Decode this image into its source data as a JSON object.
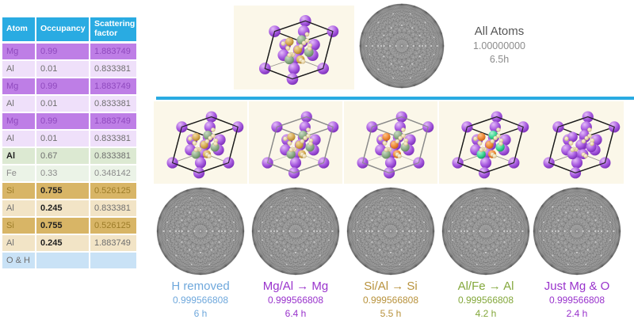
{
  "colors": {
    "header_bg": "#29ABE2",
    "divider": "#29ABE2"
  },
  "table": {
    "headers": [
      "Atom",
      "Occupancy",
      "Scattering factor"
    ],
    "rows": [
      {
        "atom": "Mg",
        "occupancy": "0.99",
        "factor": "1.883749",
        "bg": "#BE7EE6",
        "fg": "#8F49BE"
      },
      {
        "atom": "Al",
        "occupancy": "0.01",
        "factor": "0.833381",
        "bg": "#EFE0FA",
        "fg": "#6e6e6e"
      },
      {
        "atom": "Mg",
        "occupancy": "0.99",
        "factor": "1.883749",
        "bg": "#BE7EE6",
        "fg": "#8F49BE"
      },
      {
        "atom": "Al",
        "occupancy": "0.01",
        "factor": "0.833381",
        "bg": "#EFE0FA",
        "fg": "#6e6e6e"
      },
      {
        "atom": "Mg",
        "occupancy": "0.99",
        "factor": "1.883749",
        "bg": "#BE7EE6",
        "fg": "#8F49BE"
      },
      {
        "atom": "Al",
        "occupancy": "0.01",
        "factor": "0.833381",
        "bg": "#EFE0FA",
        "fg": "#6e6e6e"
      },
      {
        "atom": "Al",
        "occupancy": "0.67",
        "factor": "0.833381",
        "bg": "#DCE9D2",
        "fg": "#6e6e6e",
        "bold": [
          "atom"
        ]
      },
      {
        "atom": "Fe",
        "occupancy": "0.33",
        "factor": "0.348142",
        "bg": "#EBF3E7",
        "fg": "#8a8a8a"
      },
      {
        "atom": "Si",
        "occupancy": "0.755",
        "factor": "0.526125",
        "bg": "#D8B566",
        "fg": "#9C7C28",
        "bold": [
          "occupancy"
        ]
      },
      {
        "atom": "Al",
        "occupancy": "0.245",
        "factor": "0.833381",
        "bg": "#F2E4C6",
        "fg": "#6e6e6e",
        "bold": [
          "occupancy"
        ]
      },
      {
        "atom": "Si",
        "occupancy": "0.755",
        "factor": "0.526125",
        "bg": "#D8B566",
        "fg": "#9C7C28",
        "bold": [
          "occupancy"
        ]
      },
      {
        "atom": "Al",
        "occupancy": "0.245",
        "factor": "1.883749",
        "bg": "#F2E4C6",
        "fg": "#6e6e6e",
        "bold": [
          "occupancy"
        ]
      },
      {
        "atom": "O & H",
        "occupancy": "",
        "factor": "",
        "bg": "#C9E2F6",
        "fg": "#6e6e6e"
      }
    ]
  },
  "top": {
    "title": "All Atoms",
    "value": "1.00000000",
    "time": "6.5h",
    "scheme": "green-gold",
    "edge": "#1a1a1a"
  },
  "variants": [
    {
      "name": "H removed",
      "value": "0.999566808",
      "time": "6 h",
      "color": "#6FA8DC",
      "scheme": "green-gold",
      "edge": "#1a1a1a"
    },
    {
      "name": "Mg/Al → Mg",
      "value": "0.999566808",
      "time": "6.4 h",
      "color": "#9933CC",
      "scheme": "green-gold",
      "edge": "#8a8a8a"
    },
    {
      "name": "Si/Al → Si",
      "value": "0.999566808",
      "time": "5.5 h",
      "color": "#B8923C",
      "scheme": "green-orange",
      "edge": "#8a8a8a"
    },
    {
      "name": "Al/Fe → Al",
      "value": "0.999566808",
      "time": "4.2 h",
      "color": "#84A83C",
      "scheme": "teal-orange",
      "edge": "#1a1a1a"
    },
    {
      "name": "Just Mg & O",
      "value": "0.999566808",
      "time": "2.4 h",
      "color": "#9933CC",
      "scheme": "mg-only",
      "edge": "#1a1a1a"
    }
  ]
}
